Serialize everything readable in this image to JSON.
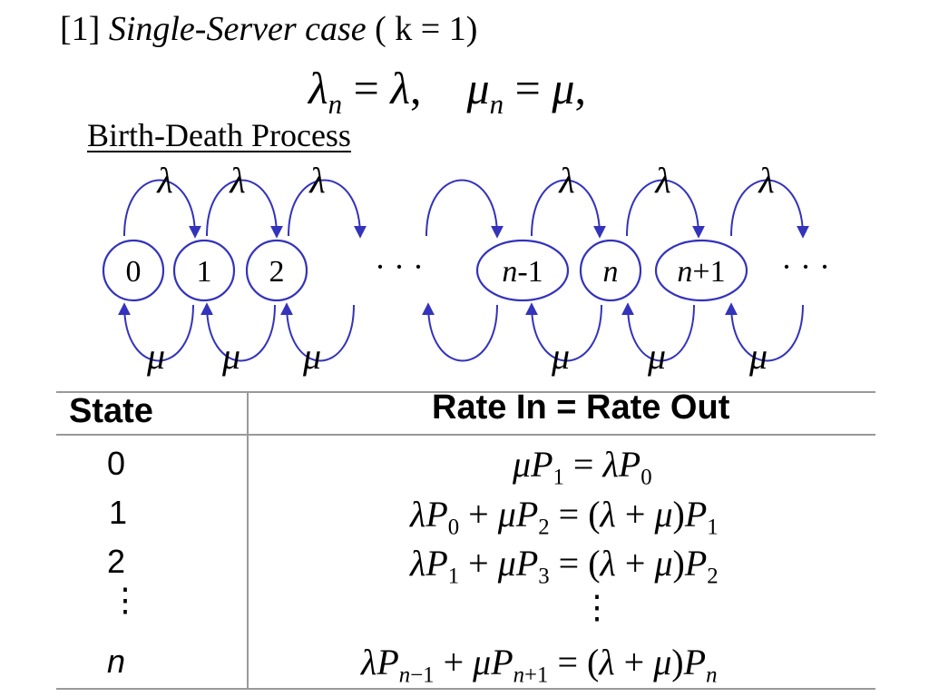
{
  "heading": {
    "prefix": "[1]",
    "title": "Single-Server case",
    "condition": "( k = 1)"
  },
  "formula": "λn = λ,    μn = μ,",
  "subtitle": "Birth-Death Process",
  "diagram": {
    "states": [
      "0",
      "1",
      "2",
      "n-1",
      "n",
      "n+1"
    ],
    "ellipsis": "· · ·",
    "arrival_rate": "λ",
    "service_rate": "μ",
    "arrow_color": "#3333bb"
  },
  "table": {
    "headers": {
      "state": "State",
      "rate": "Rate In = Rate Out"
    },
    "rows": [
      {
        "state": "0",
        "equation": "μP1 = λP0"
      },
      {
        "state": "1",
        "equation": "λP0 + μP2 = (λ + μ)P1"
      },
      {
        "state": "2",
        "equation": "λP1 + μP3 = (λ + μ)P2"
      },
      {
        "state": "⋮",
        "equation": "⋮"
      },
      {
        "state": "n",
        "equation": "λPn−1 + μPn+1 = (λ + μ)Pn"
      }
    ]
  }
}
